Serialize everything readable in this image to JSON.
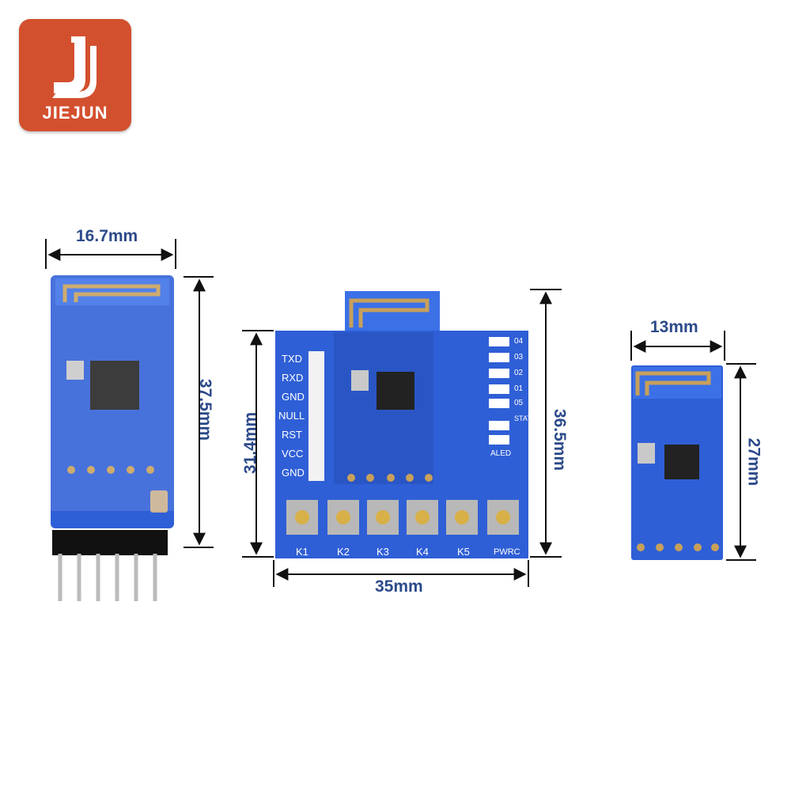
{
  "logo": {
    "brand": "JIEJUN"
  },
  "modules": [
    {
      "name": "module-1",
      "width_label": "16.7mm",
      "height_label": "37.5mm"
    },
    {
      "name": "module-2",
      "width_label": "35mm",
      "height_label_left": "31.4mm",
      "height_label_right": "36.5mm",
      "pin_labels": [
        "TXD",
        "RXD",
        "GND",
        "NULL",
        "RST",
        "VCC",
        "GND"
      ],
      "key_labels": [
        "K1",
        "K2",
        "K3",
        "K4",
        "K5",
        "PWRC"
      ],
      "led_labels": [
        "04",
        "03",
        "02",
        "01",
        "05",
        "STAT",
        "ALED"
      ]
    },
    {
      "name": "module-3",
      "width_label": "13mm",
      "height_label": "27mm"
    }
  ],
  "colors": {
    "pcb": "#2f5fd6",
    "logo": "#d3502f",
    "dimension_text": "#2c4a8a",
    "antenna": "#c8a05a"
  }
}
